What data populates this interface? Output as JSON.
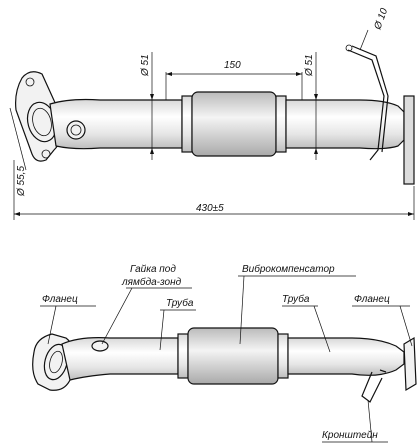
{
  "dimensions": {
    "d_pipe_left": "Ø 51",
    "d_pipe_right": "Ø 51",
    "d_bracket": "Ø 10",
    "d_flange": "Ø 55,5",
    "len_bellows": "150",
    "len_total": "430±5"
  },
  "callouts": {
    "flange_left": "Фланец",
    "lambda_nut_line1": "Гайка под",
    "lambda_nut_line2": "лямбда-зонд",
    "pipe_left": "Труба",
    "vibro": "Виброкомпенсатор",
    "pipe_right": "Труба",
    "flange_right": "Фланец",
    "bracket": "Кронштейн"
  }
}
